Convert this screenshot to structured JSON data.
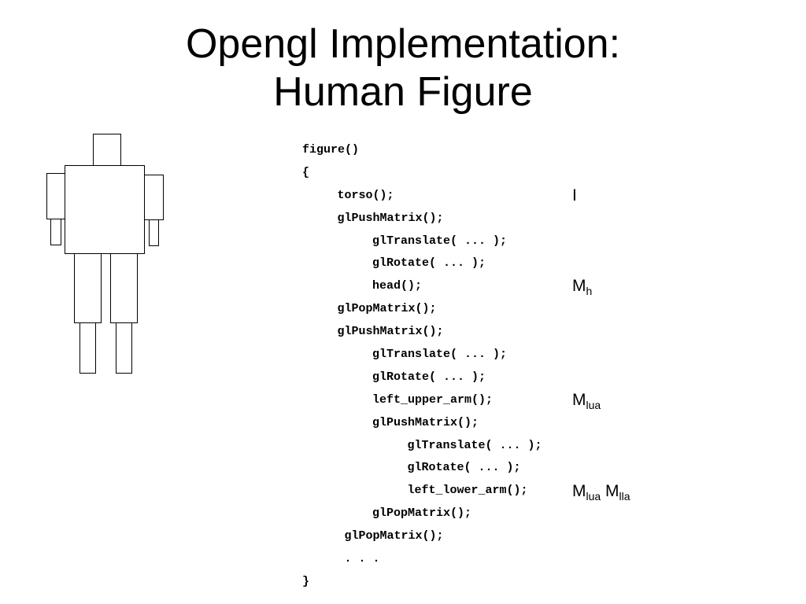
{
  "title": {
    "line1": "Opengl Implementation:",
    "line2": "Human Figure"
  },
  "code_lines": [
    {
      "indent": 0,
      "text": "figure()"
    },
    {
      "indent": 0,
      "text": "{"
    },
    {
      "indent": 1,
      "text": "torso();"
    },
    {
      "indent": 1,
      "text": "glPushMatrix();"
    },
    {
      "indent": 2,
      "text": "glTranslate( ... );"
    },
    {
      "indent": 2,
      "text": "glRotate( ... );"
    },
    {
      "indent": 2,
      "text": "head();"
    },
    {
      "indent": 1,
      "text": "glPopMatrix();"
    },
    {
      "indent": 1,
      "text": "glPushMatrix();"
    },
    {
      "indent": 2,
      "text": "glTranslate( ... );"
    },
    {
      "indent": 2,
      "text": "glRotate( ... );"
    },
    {
      "indent": 2,
      "text": "left_upper_arm();"
    },
    {
      "indent": 2,
      "text": "glPushMatrix();"
    },
    {
      "indent": 3,
      "text": "glTranslate( ... );"
    },
    {
      "indent": 3,
      "text": "glRotate( ... );"
    },
    {
      "indent": 3,
      "text": "left_lower_arm();"
    },
    {
      "indent": 2,
      "text": "glPopMatrix();"
    },
    {
      "indent": 1,
      "text": " glPopMatrix();"
    },
    {
      "indent": 1,
      "text": " . . ."
    },
    {
      "indent": 0,
      "text": "}"
    }
  ],
  "annotations": [
    {
      "line": 2,
      "parts": [
        {
          "base": "I",
          "sub": ""
        }
      ]
    },
    {
      "line": 6,
      "parts": [
        {
          "base": "M",
          "sub": "h"
        }
      ]
    },
    {
      "line": 11,
      "parts": [
        {
          "base": "M",
          "sub": "lua"
        }
      ]
    },
    {
      "line": 15,
      "parts": [
        {
          "base": "M",
          "sub": "lua"
        },
        {
          "base": "M",
          "sub": "lla"
        }
      ]
    }
  ],
  "figure_parts": [
    "head",
    "torso",
    "left-upper-arm",
    "left-lower-arm",
    "right-upper-arm",
    "right-lower-arm",
    "left-upper-leg",
    "left-lower-leg",
    "right-upper-leg",
    "right-lower-leg"
  ]
}
